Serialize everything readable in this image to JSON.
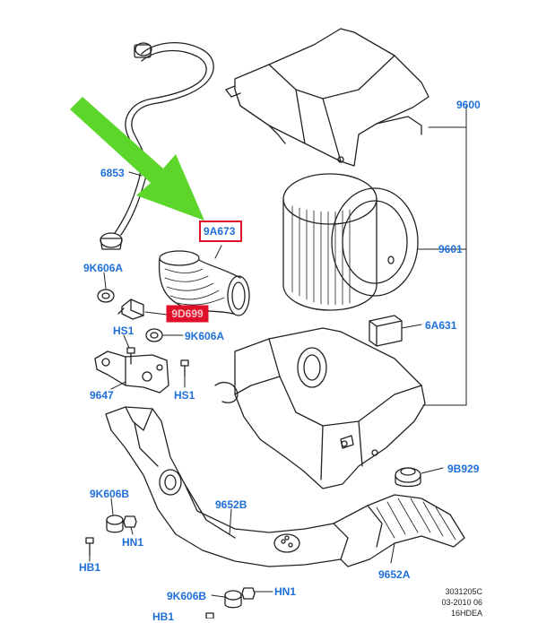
{
  "colors": {
    "label": "#1e6fd9",
    "highlight_box": "#e0102a",
    "highlight_fill": "#e0102a",
    "arrow": "#5dd62c",
    "line": "#222222"
  },
  "labels": {
    "p6853": "6853",
    "p9A673": "9A673",
    "p9K606A_top": "9K606A",
    "p9D699": "9D699",
    "pHS1_top": "HS1",
    "p9K606A_mid": "9K606A",
    "p9647": "9647",
    "pHS1_bot": "HS1",
    "p9600": "9600",
    "p9601": "9601",
    "p6A631": "6A631",
    "p9B929": "9B929",
    "p9652B": "9652B",
    "p9K606B_left": "9K606B",
    "pHN1_left": "HN1",
    "pHB1_left": "HB1",
    "p9652A": "9652A",
    "p9K606B_bot": "9K606B",
    "pHN1_bot": "HN1",
    "pHB1_bot": "HB1"
  },
  "reference": {
    "line1": "3031205C",
    "line2": "03-2010 06",
    "line3": "16HDEA"
  },
  "icons": {
    "arrow": "green-pointer-arrow"
  }
}
